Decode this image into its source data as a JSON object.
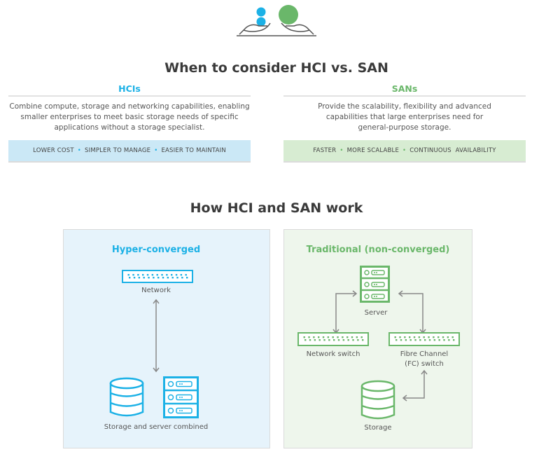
{
  "hero": {
    "icon": "hands-holding-spheres-icon"
  },
  "comparison": {
    "title": "When to consider HCI vs. SAN",
    "hci": {
      "heading": "HCIs",
      "description": "Combine compute, storage and networking capabilities, enabling smaller enterprises to meet basic storage needs of specific applications without a storage specialist.",
      "benefits": [
        "LOWER COST",
        "SIMPLER TO MANAGE",
        "EASIER TO MAINTAIN"
      ]
    },
    "san": {
      "heading": "SANs",
      "description": "Provide the scalability, flexibility and advanced capabilities that large enterprises need for general-purpose storage.",
      "benefits": [
        "FASTER",
        "MORE SCALABLE",
        "CONTINUOUS  AVAILABILITY"
      ]
    },
    "separator": "•"
  },
  "how": {
    "title": "How HCI and SAN work",
    "hyper": {
      "heading": "Hyper-converged",
      "network_label": "Network",
      "combined_label": "Storage and server combined"
    },
    "traditional": {
      "heading": "Traditional (non-converged)",
      "server_label": "Server",
      "network_switch_label": "Network switch",
      "fc_switch_label_1": "Fibre Channel",
      "fc_switch_label_2": "(FC) switch",
      "storage_label": "Storage"
    }
  },
  "colors": {
    "hci_accent": "#1cb1e6",
    "san_accent": "#6ab76a",
    "hci_band": "#cbe8f6",
    "san_band": "#d7ecd2",
    "hci_panel": "#e6f3fb",
    "san_panel": "#eef6ec",
    "arrow": "#888888"
  }
}
